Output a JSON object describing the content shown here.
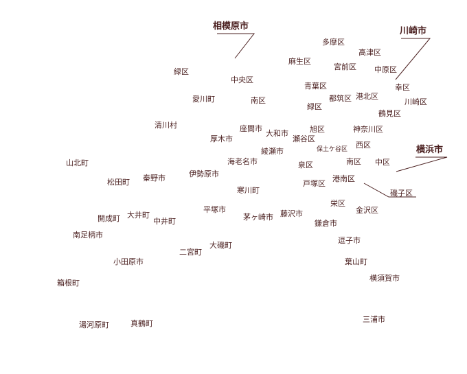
{
  "cities": {
    "sagamihara": "相模原市",
    "kawasaki": "川崎市",
    "yokohama": "横浜市"
  },
  "sagamihara_wards": {
    "midori": "緑区",
    "chuo": "中央区",
    "minami": "南区"
  },
  "kawasaki_wards": {
    "tama": "多摩区",
    "takatsu": "高津区",
    "asao": "麻生区",
    "miyamae": "宮前区",
    "nakahara": "中原区",
    "saiwai": "幸区",
    "kawasaki": "川崎区"
  },
  "yokohama_wards": {
    "aoba": "青葉区",
    "tsuzuki": "都筑区",
    "kohoku": "港北区",
    "midori": "緑区",
    "tsurumi": "鶴見区",
    "asahi": "旭区",
    "kanagawa": "神奈川区",
    "seya": "瀬谷区",
    "hodogaya": "保土ケ谷区",
    "nishi": "西区",
    "izumi": "泉区",
    "minami": "南区",
    "naka": "中区",
    "totsuka": "戸塚区",
    "konan": "港南区",
    "isogo": "磯子区",
    "sakae": "栄区",
    "kanazawa": "金沢区"
  },
  "municipalities": {
    "aikawa": "愛川町",
    "kiyokawa": "清川村",
    "zama": "座間市",
    "yamato": "大和市",
    "atsugi": "厚木市",
    "ayase": "綾瀬市",
    "ebina": "海老名市",
    "yamakita": "山北町",
    "matsuda": "松田町",
    "hadano": "秦野市",
    "isehara": "伊勢原市",
    "samukawa": "寒川町",
    "hiratsuka": "平塚市",
    "chigasaki": "茅ヶ崎市",
    "fujisawa": "藤沢市",
    "kamakura": "鎌倉市",
    "kaisei": "開成町",
    "oi": "大井町",
    "nakai": "中井町",
    "minamiashigara": "南足柄市",
    "ninomiya": "二宮町",
    "oiso": "大磯町",
    "zushi": "逗子市",
    "odawara": "小田原市",
    "hayama": "葉山町",
    "yokosuka": "横須賀市",
    "hakone": "箱根町",
    "yugawara": "湯河原町",
    "manazuru": "真鶴町",
    "miura": "三浦市"
  }
}
